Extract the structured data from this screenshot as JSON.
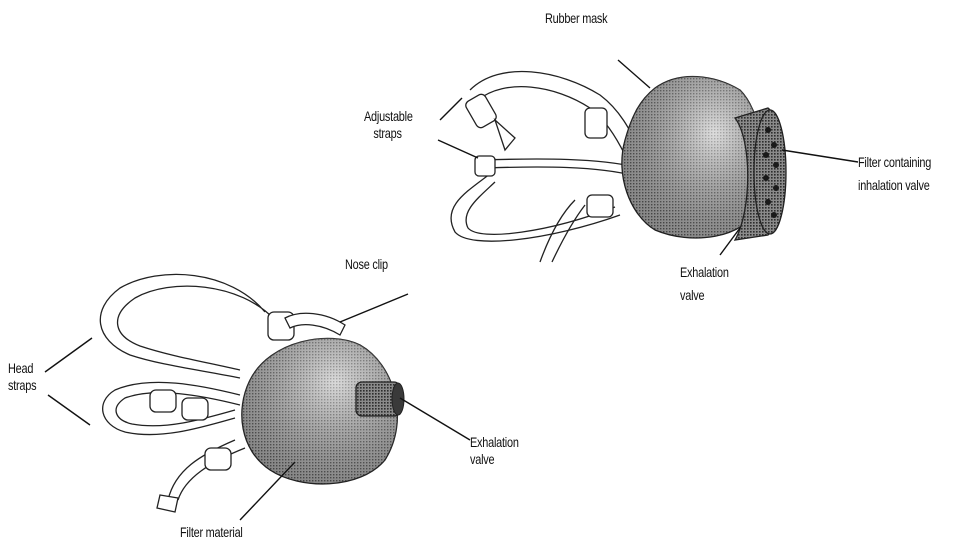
{
  "labels": {
    "rubber_mask": "Rubber mask",
    "adjustable_straps": [
      "Adjustable",
      "straps"
    ],
    "filter_inhalation": [
      "Filter containing",
      "inhalation valve"
    ],
    "exhalation_valve_top": [
      "Exhalation",
      "valve"
    ],
    "nose_clip": "Nose clip",
    "head_straps": [
      "Head",
      "straps"
    ],
    "exhalation_valve_bottom": [
      "Exhalation",
      "valve"
    ],
    "filter_material": "Filter material"
  },
  "colors": {
    "mask_fill": "#8f8f8f",
    "line": "#111111"
  }
}
